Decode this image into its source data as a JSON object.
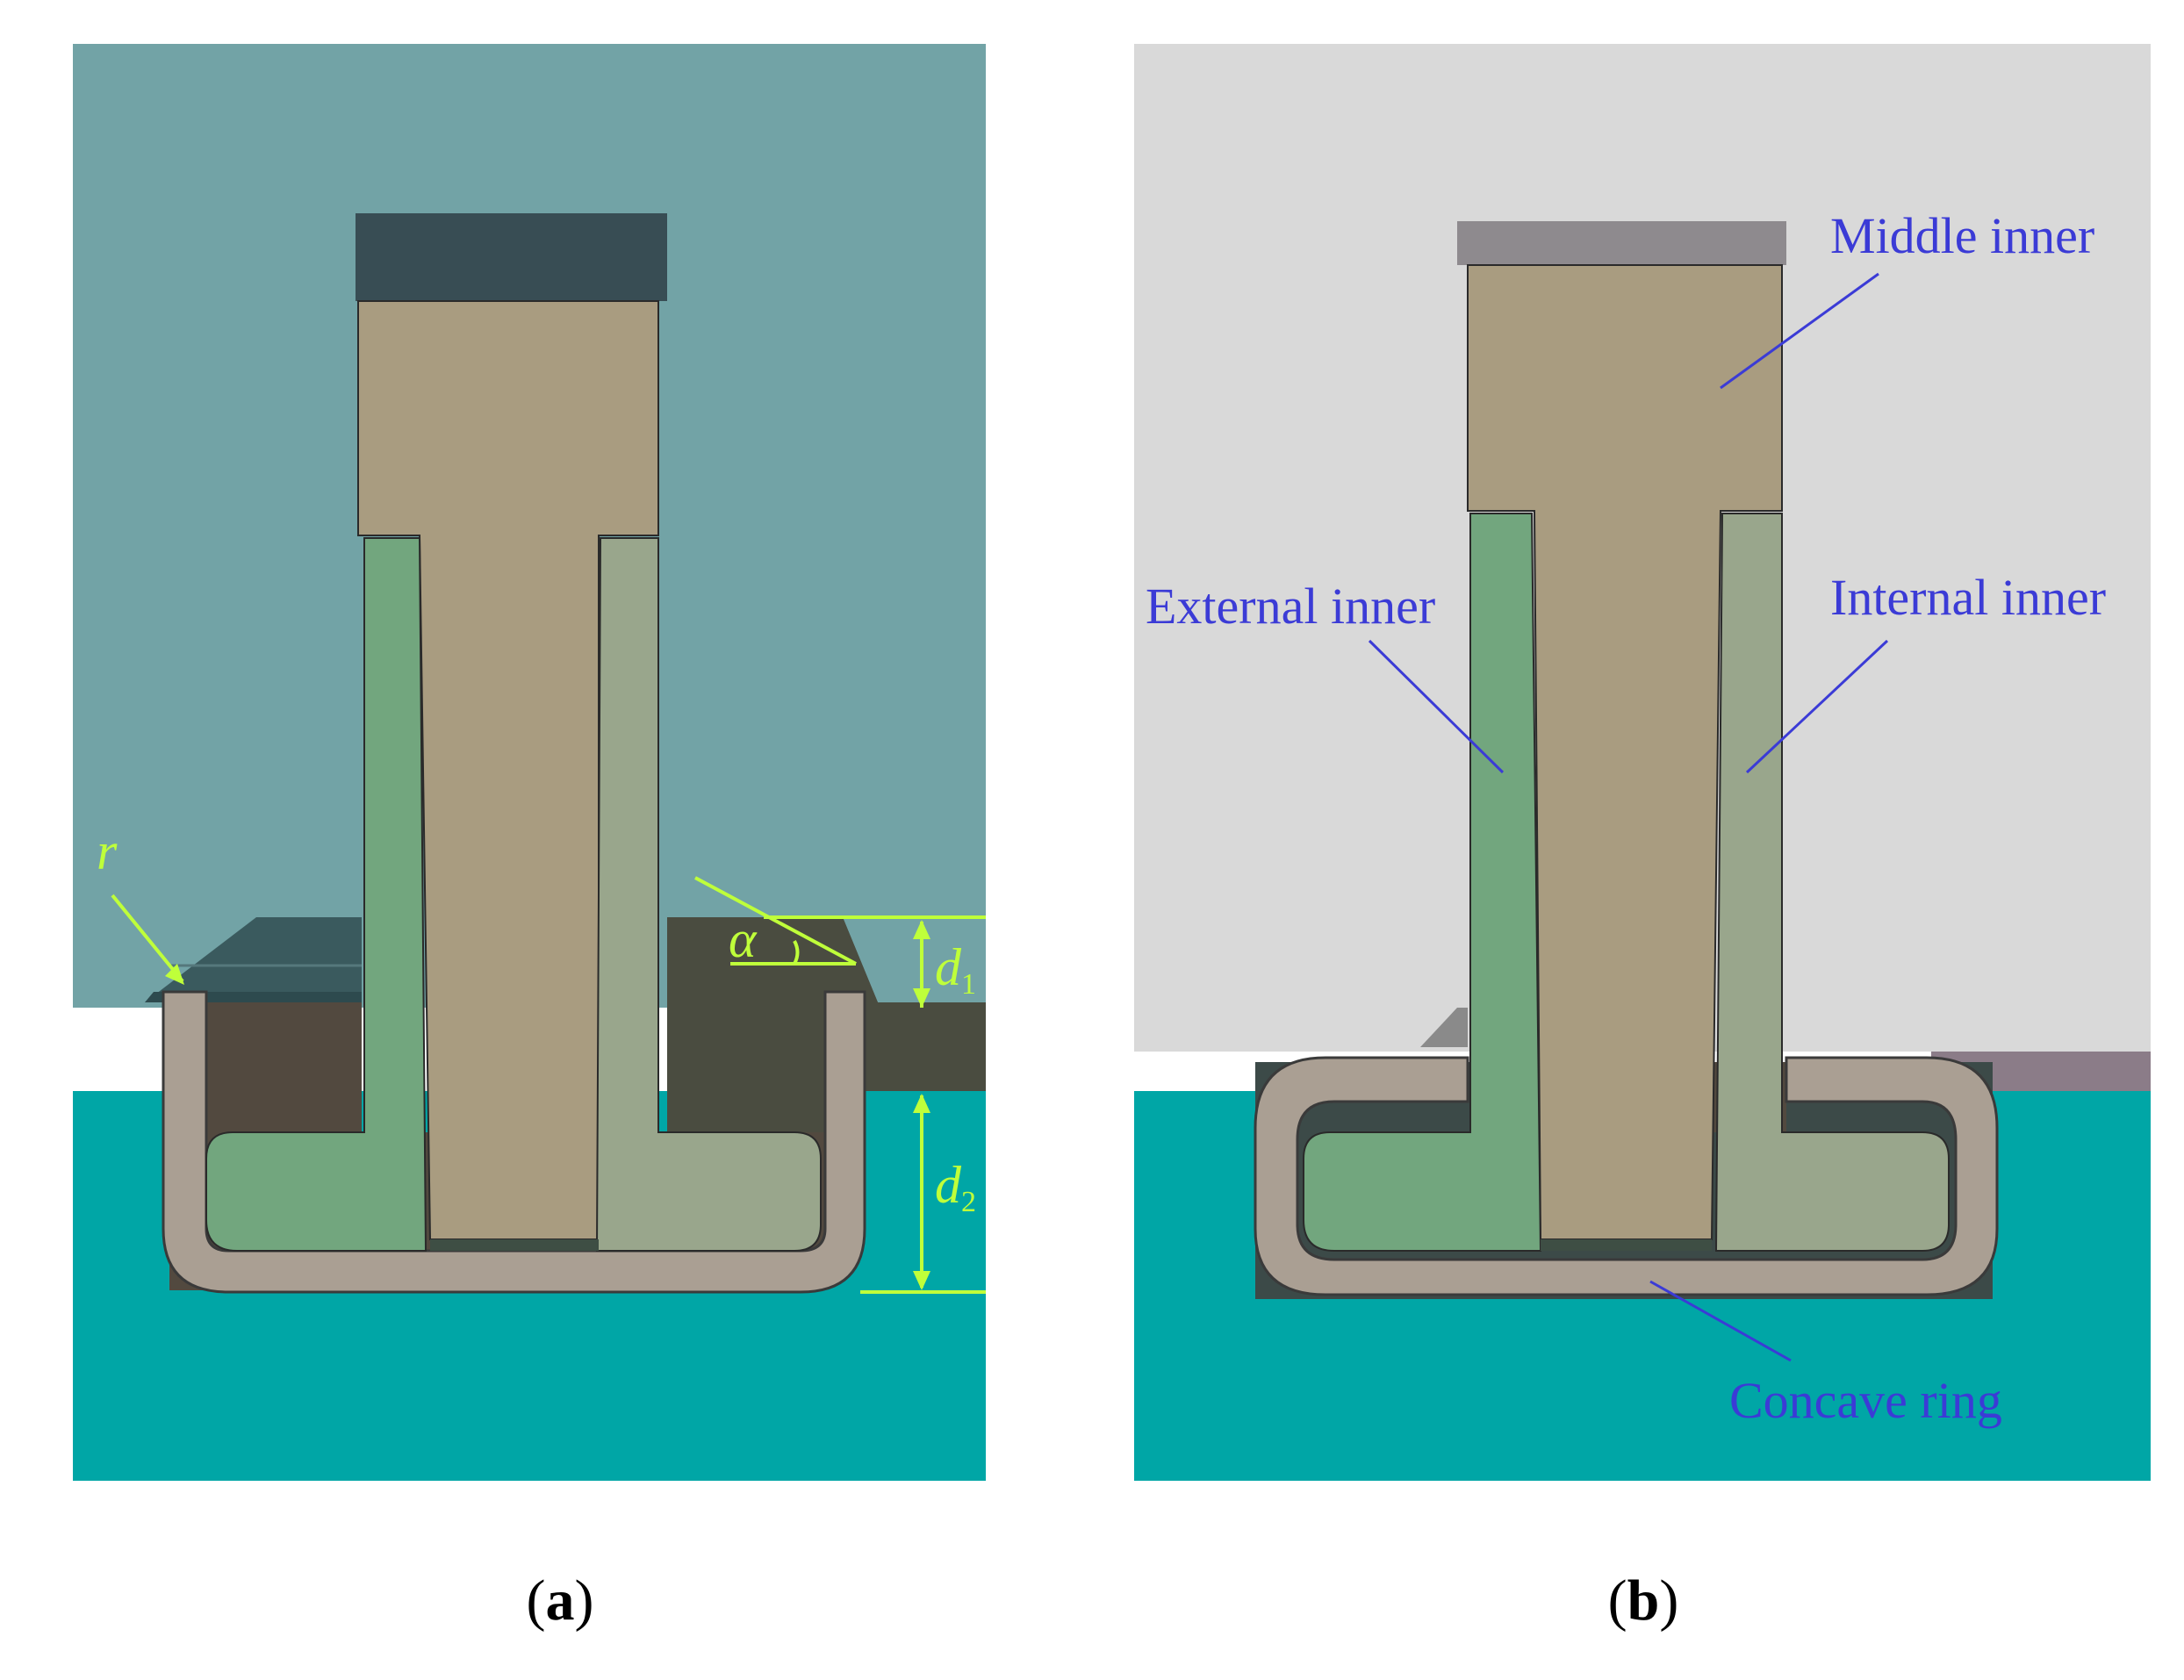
{
  "panel_a": {
    "caption_open": "(",
    "caption_letter": "a",
    "caption_close": ")",
    "dims": {
      "r": "r",
      "alpha": "α",
      "d1": "d",
      "d1_sub": "1",
      "d2": "d",
      "d2_sub": "2"
    }
  },
  "panel_b": {
    "caption_open": "(",
    "caption_letter": "b",
    "caption_close": ")",
    "labels": {
      "middle_inner": "Middle inner",
      "external_inner": "External inner",
      "internal_inner": "Internal inner",
      "concave_ring": "Concave ring"
    }
  },
  "colors": {
    "die_teal_a": "#72a3a6",
    "die_gray_b": "#d9d9d9",
    "base_cyan": "#00a6a6",
    "middle_inner": "#a99c80",
    "punch_top_a": "#384d54",
    "punch_top_b": "#8e8a8e",
    "external_inner": "#72a67e",
    "internal_inner": "#99a68c",
    "concave_ring": "#aa9f93",
    "dimension_line": "#bfff3a",
    "leader_line": "#3b3bd6"
  }
}
